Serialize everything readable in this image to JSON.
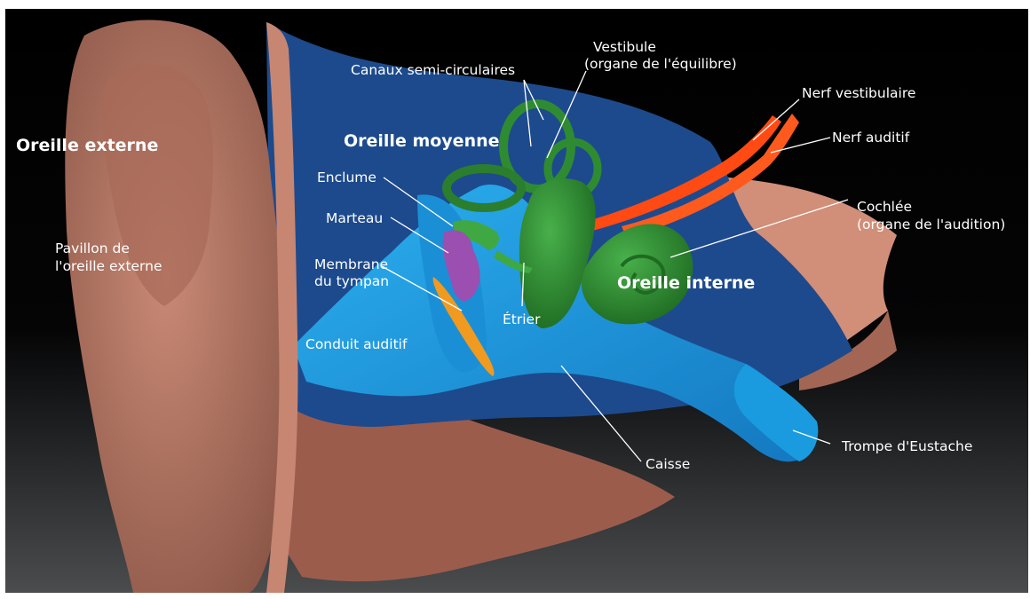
{
  "colors": {
    "background_dark": "#000000",
    "floor": "#3a3c3e",
    "skin": "#c17f6c",
    "canal_blue_dark": "#1d4a8c",
    "canal_blue_light": "#1a9be0",
    "inner_ear_green": "#2f8b32",
    "nerve_red": "#ff4a14",
    "ossicle_purple": "#9b4fb0",
    "eardrum_orange": "#f09a20",
    "label": "#ffffff"
  },
  "regions": {
    "outer": "Oreille externe",
    "middle": "Oreille moyenne",
    "inner": "Oreille interne"
  },
  "labels": {
    "pavillon": [
      "Pavillon de",
      "l'oreille externe"
    ],
    "canaux": "Canaux semi-circulaires",
    "vestibule": [
      "Vestibule",
      "(organe de l'équilibre)"
    ],
    "nerf_vestibulaire": "Nerf vestibulaire",
    "nerf_auditif": "Nerf auditif",
    "enclume": "Enclume",
    "marteau": "Marteau",
    "membrane": [
      "Membrane",
      "du tympan"
    ],
    "cochlee": [
      "Cochlée",
      "(organe de l'audition)"
    ],
    "etrier": "Étrier",
    "conduit": "Conduit auditif",
    "trompe": "Trompe d'Eustache",
    "caisse": "Caisse"
  }
}
